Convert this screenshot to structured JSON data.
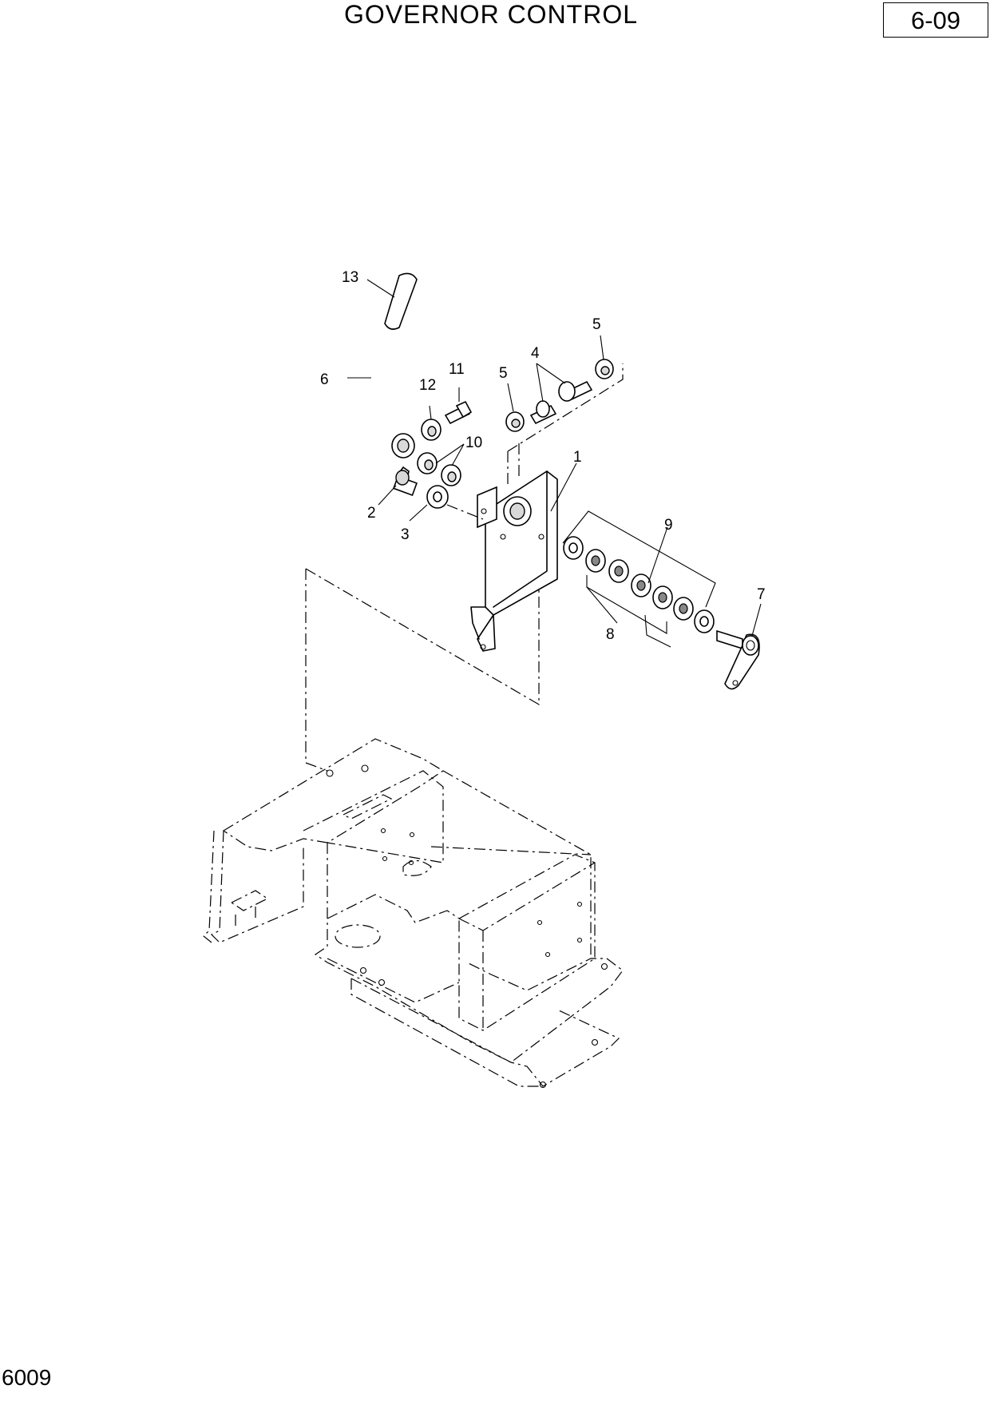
{
  "header": {
    "title": "GOVERNOR CONTROL",
    "page_number": "6-09"
  },
  "footer": {
    "code": "6009"
  },
  "callouts": [
    "13",
    "6",
    "12",
    "11",
    "5",
    "4",
    "5",
    "10",
    "1",
    "2",
    "3",
    "9",
    "7",
    "8"
  ]
}
